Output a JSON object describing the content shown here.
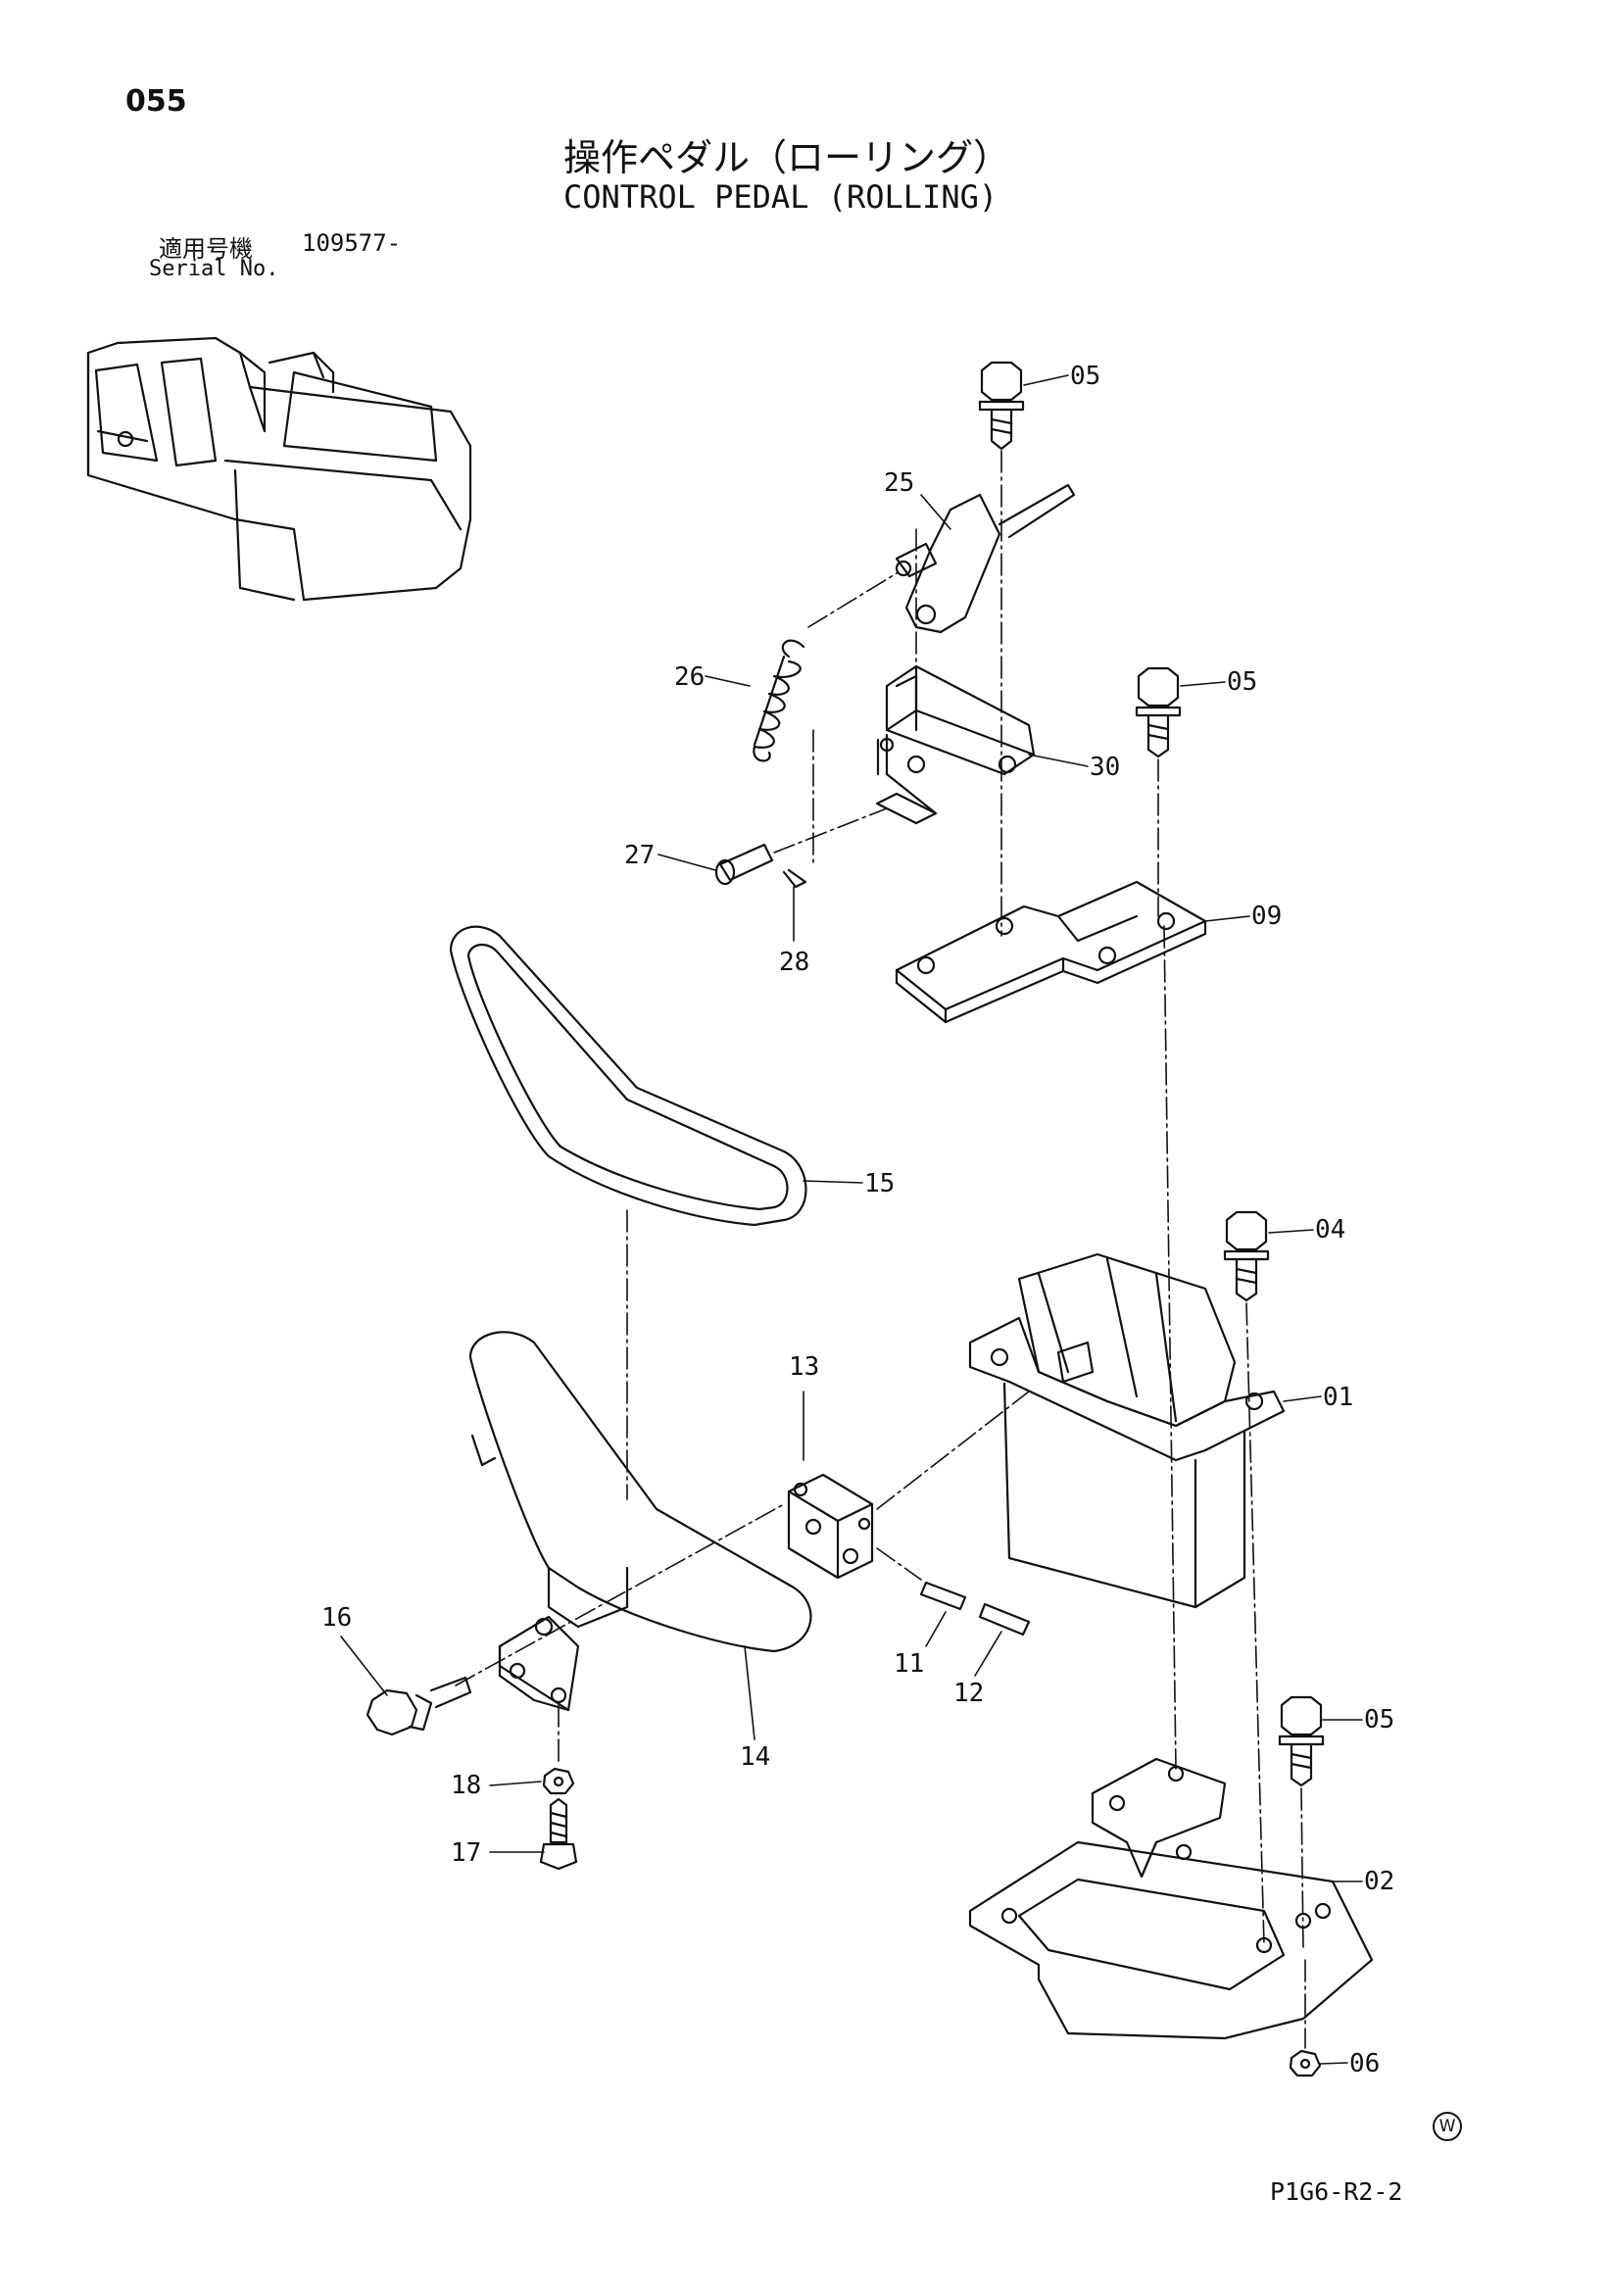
{
  "page_number": "055",
  "title_jp": "操作ペダル（ローリング）",
  "title_en": "CONTROL PEDAL (ROLLING)",
  "serial": {
    "label_jp": "適用号機",
    "label_en": "Serial No.",
    "value": "109577-"
  },
  "callouts": {
    "c01": "01",
    "c02": "02",
    "c04": "04",
    "c05a": "05",
    "c05b": "05",
    "c05c": "05",
    "c06": "06",
    "c09": "09",
    "c11": "11",
    "c12": "12",
    "c13": "13",
    "c14": "14",
    "c15": "15",
    "c16": "16",
    "c17": "17",
    "c18": "18",
    "c25": "25",
    "c26": "26",
    "c27": "27",
    "c28": "28",
    "c30": "30"
  },
  "watermark": "W",
  "drawing_number": "P1G6-R2-2"
}
